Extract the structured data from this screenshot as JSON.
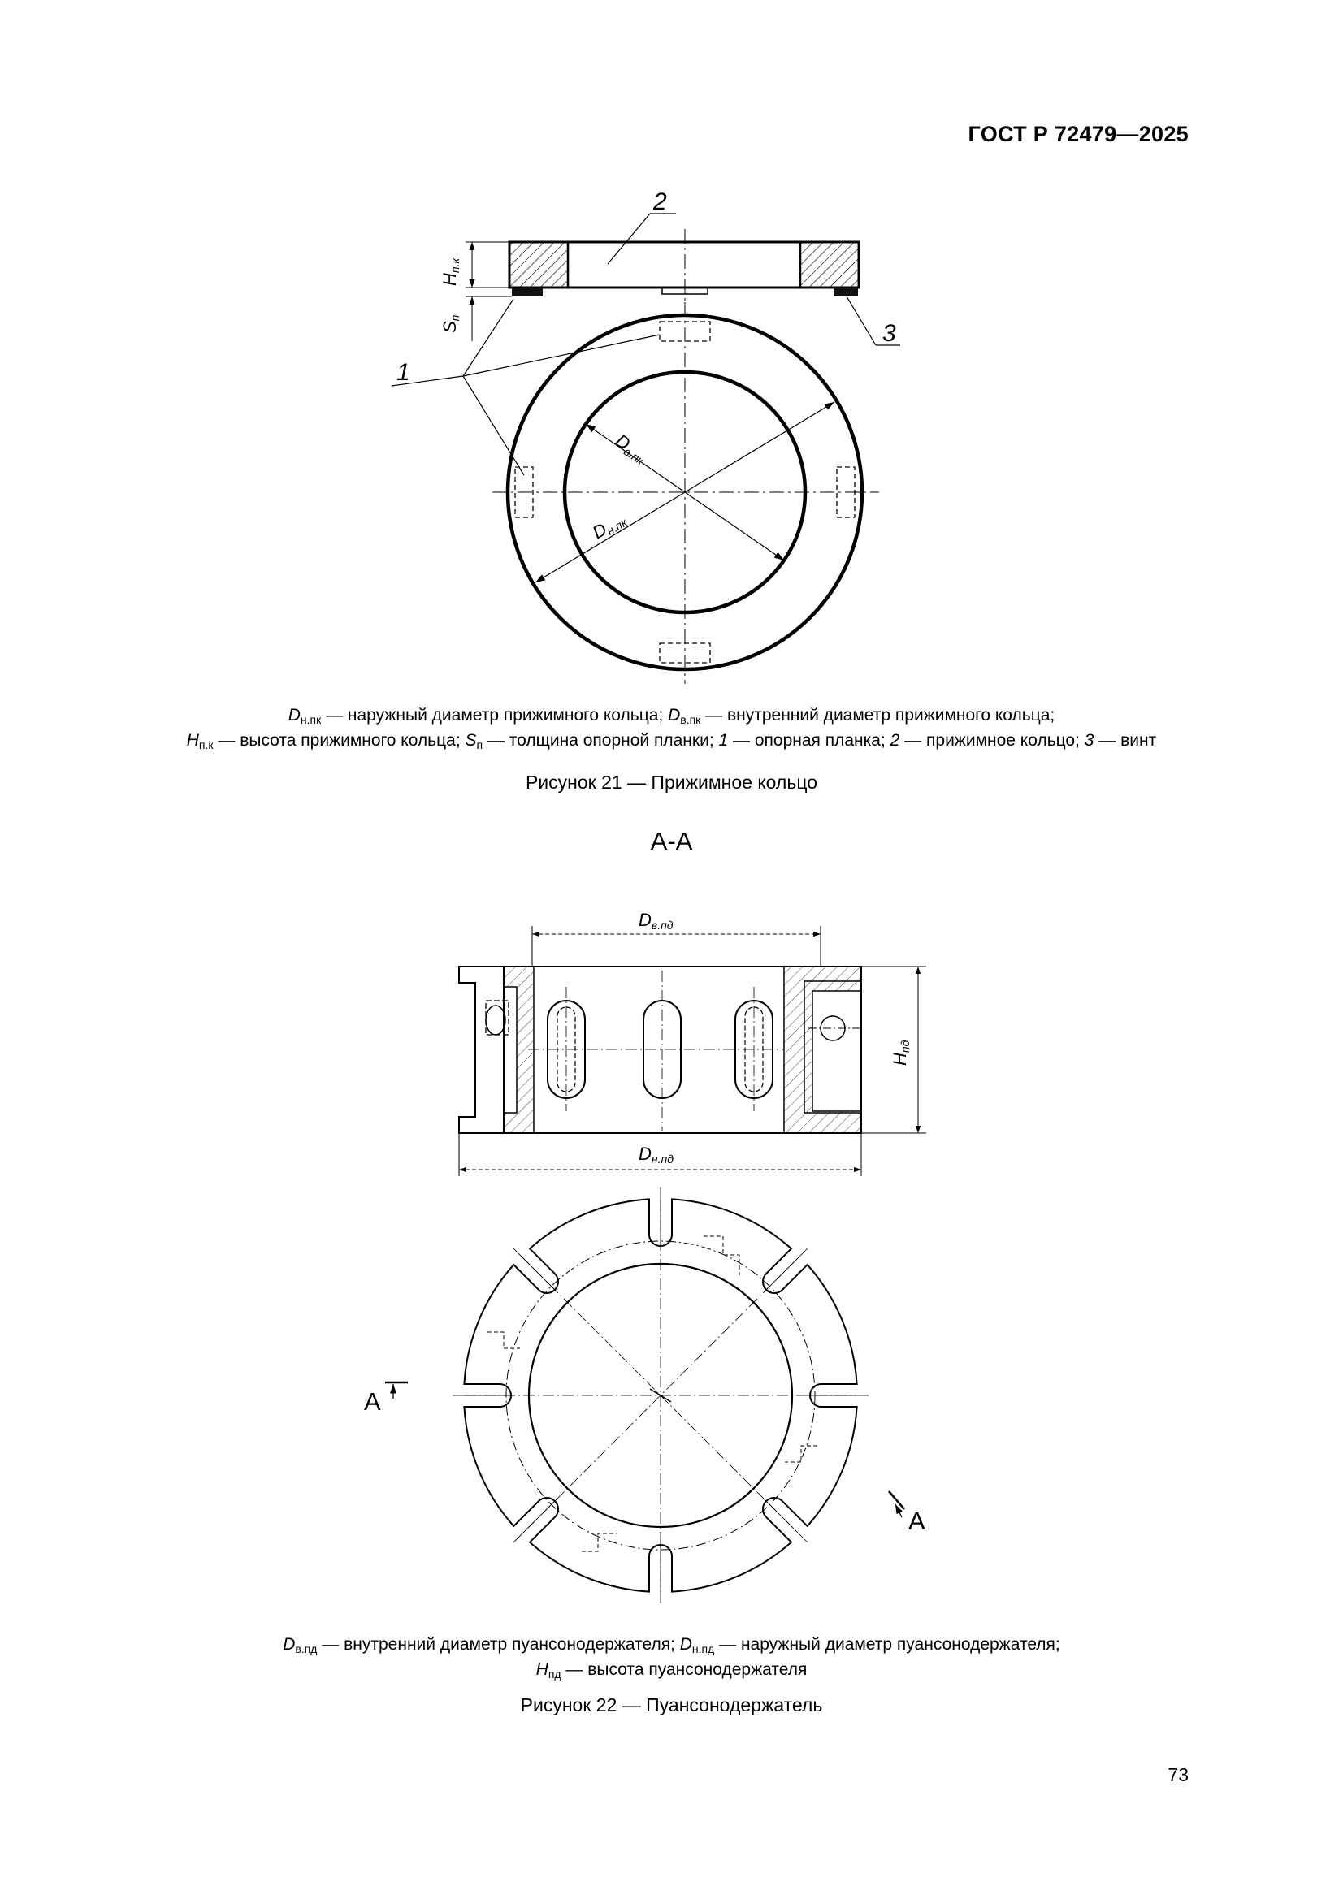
{
  "header": {
    "code": "ГОСТ Р 72479—2025"
  },
  "figure21": {
    "callouts": {
      "one": "1",
      "two": "2",
      "three": "3"
    },
    "dims": {
      "h_sym": "H",
      "h_sub": "п.к",
      "s_sym": "S",
      "s_sub": "п",
      "dv_sym": "D",
      "dv_sub": "в.пк",
      "dn_sym": "D",
      "dn_sub": "н.пк"
    },
    "legend": {
      "line1": [
        {
          "t": "D",
          "s": "sym"
        },
        {
          "t": "н.пк",
          "s": "sub"
        },
        {
          "t": " — наружный диаметр прижимного кольца; ",
          "s": "txt"
        },
        {
          "t": "D",
          "s": "sym"
        },
        {
          "t": "в.пк",
          "s": "sub"
        },
        {
          "t": " — внутренний диаметр прижимного кольца;",
          "s": "txt"
        }
      ],
      "line2": [
        {
          "t": "H",
          "s": "sym"
        },
        {
          "t": "п.к",
          "s": "sub"
        },
        {
          "t": " — высота прижимного кольца; ",
          "s": "txt"
        },
        {
          "t": "S",
          "s": "sym"
        },
        {
          "t": "п",
          "s": "sub"
        },
        {
          "t": " — толщина опорной планки; ",
          "s": "txt"
        },
        {
          "t": "1",
          "s": "sym"
        },
        {
          "t": " — опорная планка; ",
          "s": "txt"
        },
        {
          "t": "2",
          "s": "sym"
        },
        {
          "t": " — прижимное кольцо; ",
          "s": "txt"
        },
        {
          "t": "3",
          "s": "sym"
        },
        {
          "t": " — винт",
          "s": "txt"
        }
      ]
    },
    "caption": "Рисунок 21 — Прижимное кольцо"
  },
  "section_title": "А-А",
  "figure22": {
    "dims": {
      "dv_sym": "D",
      "dv_sub": "в.пд",
      "dn_sym": "D",
      "dn_sub": "н.пд",
      "h_sym": "H",
      "h_sub": "пд"
    },
    "section_marks": {
      "left": "А",
      "right": "А"
    },
    "legend": {
      "line1": [
        {
          "t": "D",
          "s": "sym"
        },
        {
          "t": "в.пд",
          "s": "sub"
        },
        {
          "t": " — внутренний диаметр пуансонодержателя; ",
          "s": "txt"
        },
        {
          "t": "D",
          "s": "sym"
        },
        {
          "t": "н.пд",
          "s": "sub"
        },
        {
          "t": " — наружный диаметр пуансонодержателя;",
          "s": "txt"
        }
      ],
      "line2": [
        {
          "t": "H",
          "s": "sym"
        },
        {
          "t": "пд",
          "s": "sub"
        },
        {
          "t": " — высота пуансонодержателя",
          "s": "txt"
        }
      ]
    },
    "caption": "Рисунок 22 — Пуансонодержатель"
  },
  "page_number": "73"
}
